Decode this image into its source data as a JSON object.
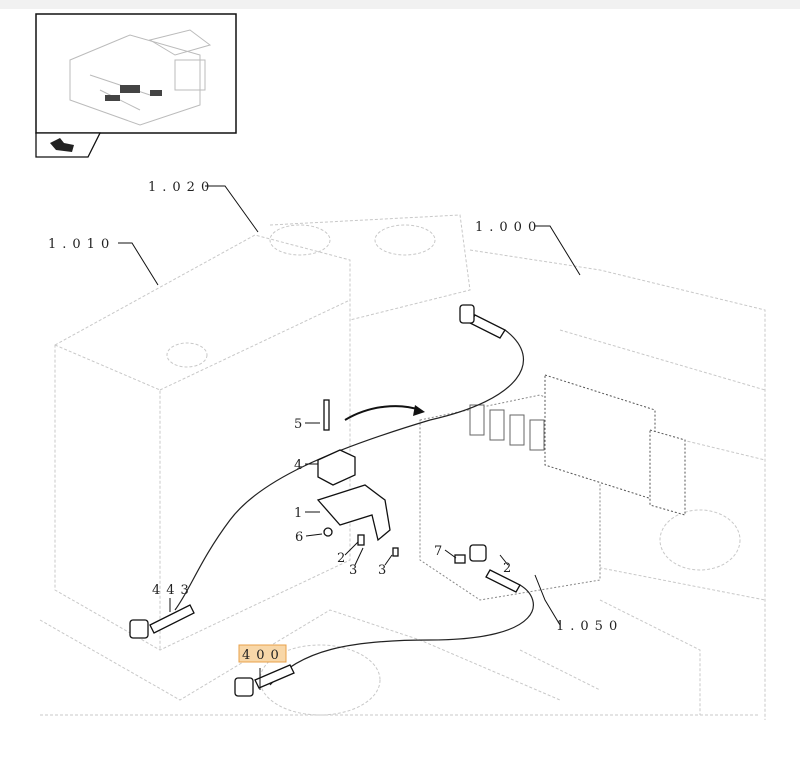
{
  "diagram": {
    "thumbnail": {
      "icon": "navigate-back-icon"
    },
    "references": {
      "r1020": "1.020",
      "r1010": "1.010",
      "r1000": "1.000",
      "r1050": "1.050"
    },
    "parts": {
      "p443": "443",
      "p400": "400",
      "p5": "5",
      "p4": "4",
      "p1": "1",
      "p6": "6",
      "p2a": "2",
      "p3a": "3",
      "p3b": "3",
      "p7": "7",
      "p2b": "2"
    },
    "highlight_color": "#f8d7a8",
    "highlight_border": "#e8a04a"
  }
}
